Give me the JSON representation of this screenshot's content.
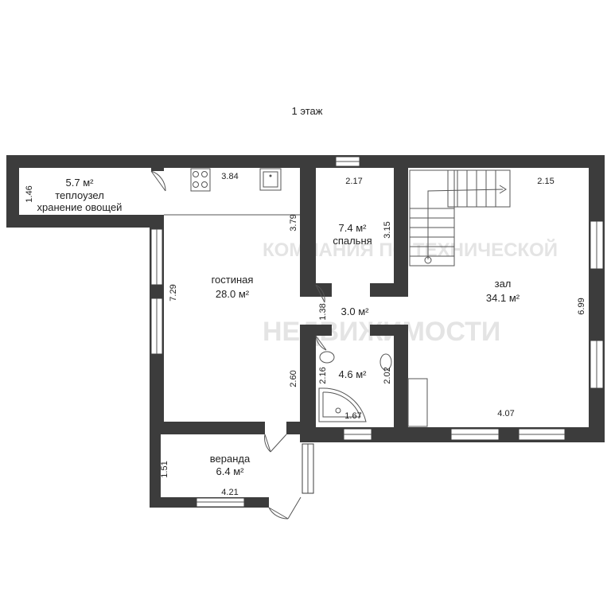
{
  "title": "1 этаж",
  "watermark": {
    "line1": "КОМПАНИЯ ПО ТЕХНИЧЕСКОЙ",
    "line2": "НЕДВИЖИМОСТИ"
  },
  "rooms": [
    {
      "id": "teplouzel",
      "area": "5.7 м²",
      "name_line1": "теплоузел",
      "name_line2": "хранение овощей"
    },
    {
      "id": "gostinaya",
      "area": "28.0 м²",
      "name_line1": "гостиная",
      "name_line2": ""
    },
    {
      "id": "spalnya",
      "area": "7.4 м²",
      "name_line1": "спальня",
      "name_line2": ""
    },
    {
      "id": "koridor",
      "area": "3.0 м²",
      "name_line1": "",
      "name_line2": ""
    },
    {
      "id": "sanuzel",
      "area": "4.6 м²",
      "name_line1": "",
      "name_line2": ""
    },
    {
      "id": "zal",
      "area": "34.1 м²",
      "name_line1": "зал",
      "name_line2": ""
    },
    {
      "id": "veranda",
      "area": "6.4 м²",
      "name_line1": "веранда",
      "name_line2": ""
    }
  ],
  "dimensions": {
    "teplouzel_h": "1.46",
    "gostinaya_w": "3.84",
    "gostinaya_h_left": "7.29",
    "gostinaya_h_right_top": "3.79",
    "gostinaya_h_right_bottom": "2.60",
    "spalnya_w": "2.17",
    "spalnya_h": "3.15",
    "koridor_h": "1.38",
    "sanuzel_h_left": "2.16",
    "sanuzel_h_right": "2.02",
    "sanuzel_w": "1.67",
    "zal_w_top": "2.15",
    "zal_h": "6.99",
    "zal_w_bottom": "4.07",
    "veranda_h": "1.51",
    "veranda_w": "4.21"
  }
}
